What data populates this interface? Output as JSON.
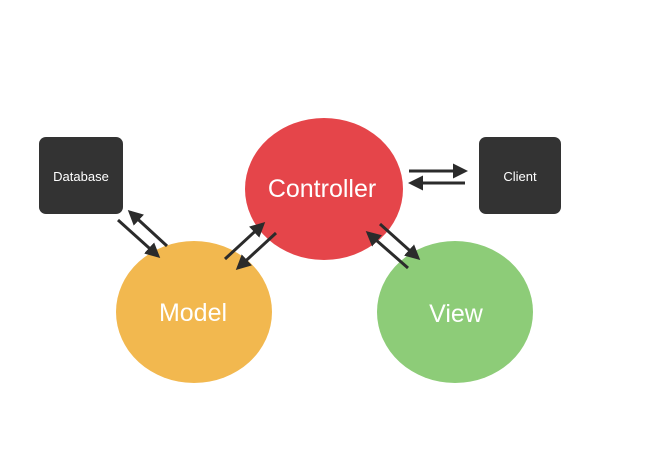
{
  "nodes": {
    "controller": {
      "label": "Controller",
      "color": "#e5454a"
    },
    "model": {
      "label": "Model",
      "color": "#f2b84f"
    },
    "view": {
      "label": "View",
      "color": "#8dcc78"
    },
    "database": {
      "label": "Database",
      "color": "#333333"
    },
    "client": {
      "label": "Client",
      "color": "#333333"
    }
  },
  "arrow_color": "#2b2b2b"
}
